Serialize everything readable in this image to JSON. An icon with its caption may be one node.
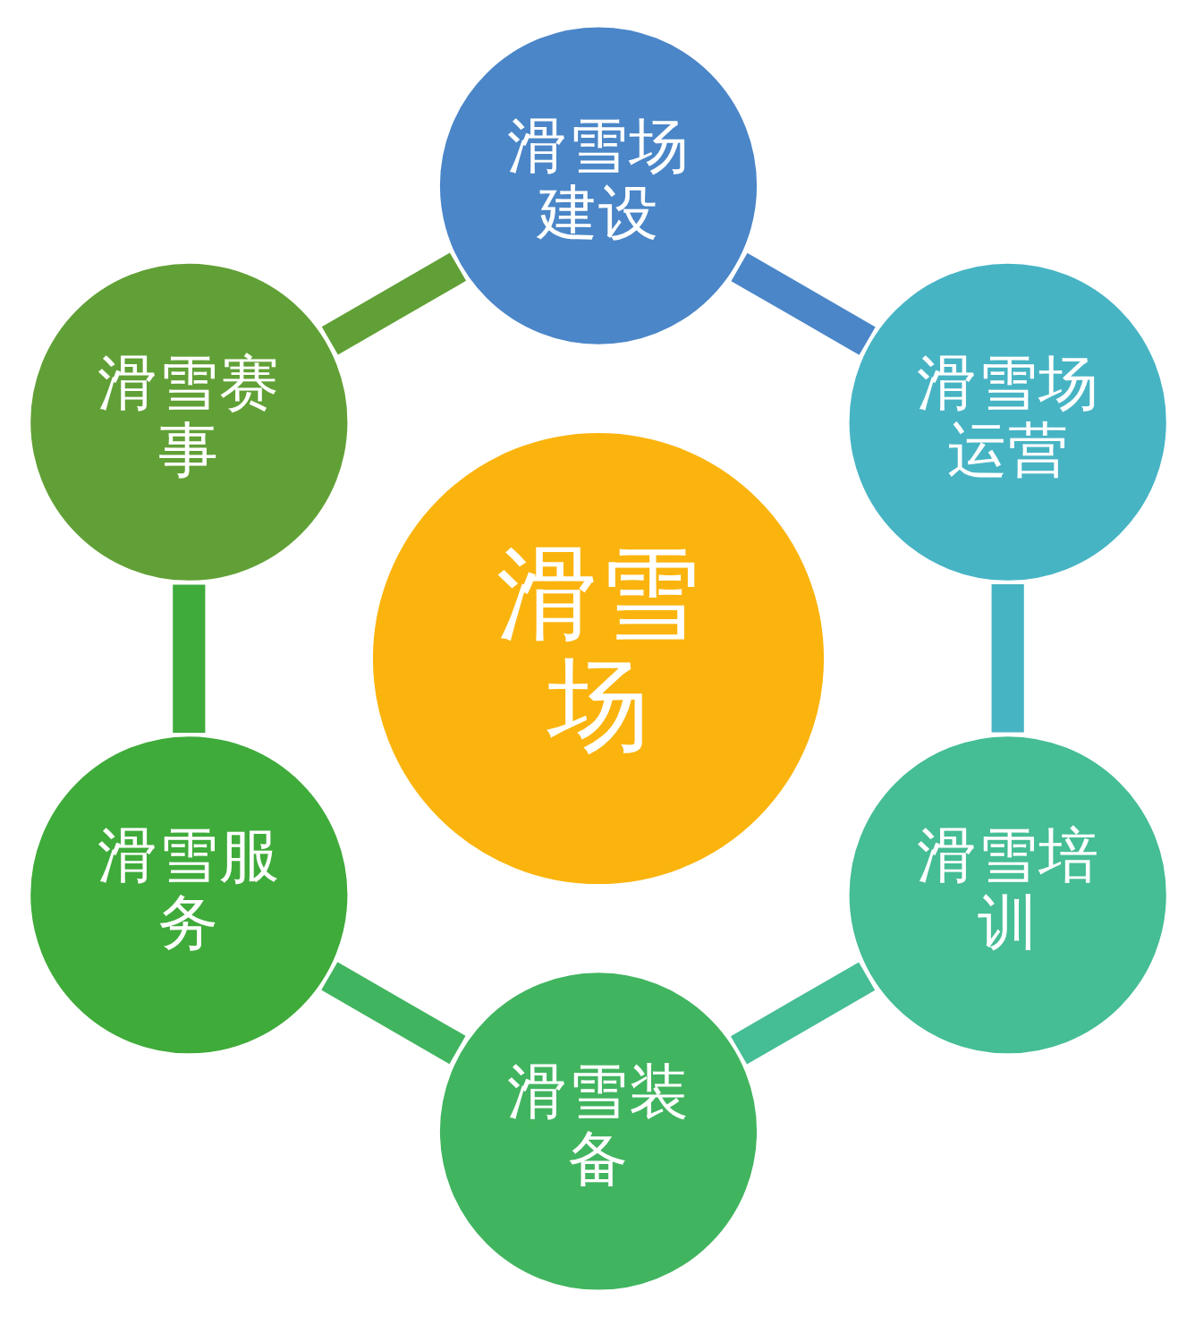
{
  "diagram": {
    "nodes": [
      {
        "text": [
          "滑雪场建设"
        ]
      },
      {
        "text": [
          "滑雪赛事"
        ]
      },
      {
        "text": [
          "滑雪场运营"
        ]
      },
      {
        "text": [
          "滑雪场"
        ]
      },
      {
        "text": [
          "滑雪服务"
        ]
      },
      {
        "text": [
          "滑雪培训"
        ]
      },
      {
        "text": [
          "滑雪装备"
        ]
      }
    ],
    "edges": [
      {
        "from": 0,
        "to": 2,
        "arrow": "none",
        "color": "#4a86c8"
      },
      {
        "from": 2,
        "to": 5,
        "arrow": "none",
        "color": "#47b4c4"
      },
      {
        "from": 5,
        "to": 6,
        "arrow": "none",
        "color": "#45bd95"
      },
      {
        "from": 6,
        "to": 4,
        "arrow": "none",
        "color": "#41b45f"
      },
      {
        "from": 4,
        "to": 1,
        "arrow": "none",
        "color": "#3fab3a"
      },
      {
        "from": 1,
        "to": 0,
        "arrow": "none",
        "color": "#61a036"
      }
    ]
  }
}
